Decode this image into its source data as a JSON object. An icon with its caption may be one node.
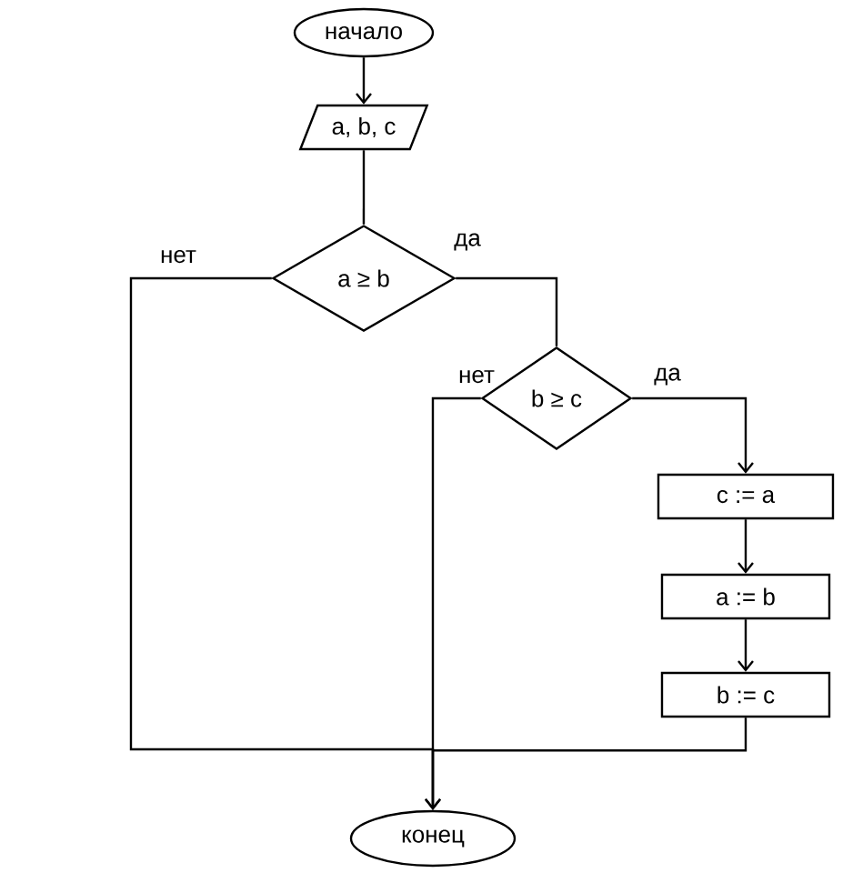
{
  "diagram": {
    "nodes": [
      {
        "text": [
          "начало"
        ]
      },
      {
        "text": [
          "a, b, c"
        ]
      },
      {
        "text": [
          "a ≥ b"
        ]
      },
      {
        "text": [
          "b ≥ c"
        ]
      },
      {
        "text": [
          "c := a"
        ]
      },
      {
        "text": [
          "a := b"
        ]
      },
      {
        "text": [
          "b := c"
        ]
      },
      {
        "text": [
          "конец"
        ]
      }
    ],
    "edges": [
      {
        "from": 0,
        "to": 1,
        "arrow": "to"
      },
      {
        "from": 1,
        "to": 2,
        "arrow": "none"
      },
      {
        "from": 2,
        "to": 7,
        "arrow": "to",
        "label": "нет"
      },
      {
        "from": 2,
        "to": 3,
        "arrow": "none",
        "label": "да"
      },
      {
        "from": 3,
        "to": 4,
        "arrow": "to",
        "label": "да"
      },
      {
        "from": 3,
        "to": 7,
        "arrow": "to",
        "label": "нет"
      },
      {
        "from": 4,
        "to": 5,
        "arrow": "to"
      },
      {
        "from": 5,
        "to": 6,
        "arrow": "to"
      },
      {
        "from": 6,
        "to": 7,
        "arrow": "to"
      }
    ]
  }
}
